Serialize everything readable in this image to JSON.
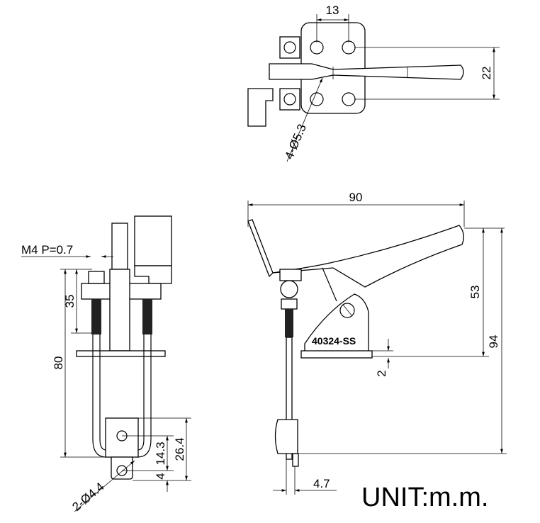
{
  "drawing": {
    "top_view": {
      "dim_hole_spacing": "13",
      "dim_hole_vertical": "22",
      "dim_holes": "4-Ø5.3"
    },
    "side_view": {
      "dim_width": "90",
      "dim_height_53": "53",
      "dim_height_94": "94",
      "dim_base_thickness": "2",
      "dim_rod": "4.7",
      "model_label": "40324-SS"
    },
    "front_view": {
      "thread": "M4 P=0.7",
      "dim_35": "35",
      "dim_80": "80",
      "dim_14_3": "14.3",
      "dim_26_4": "26.4",
      "dim_4": "4",
      "dim_holes": "2-Ø4.4"
    },
    "unit_label": "UNIT:m.m."
  }
}
